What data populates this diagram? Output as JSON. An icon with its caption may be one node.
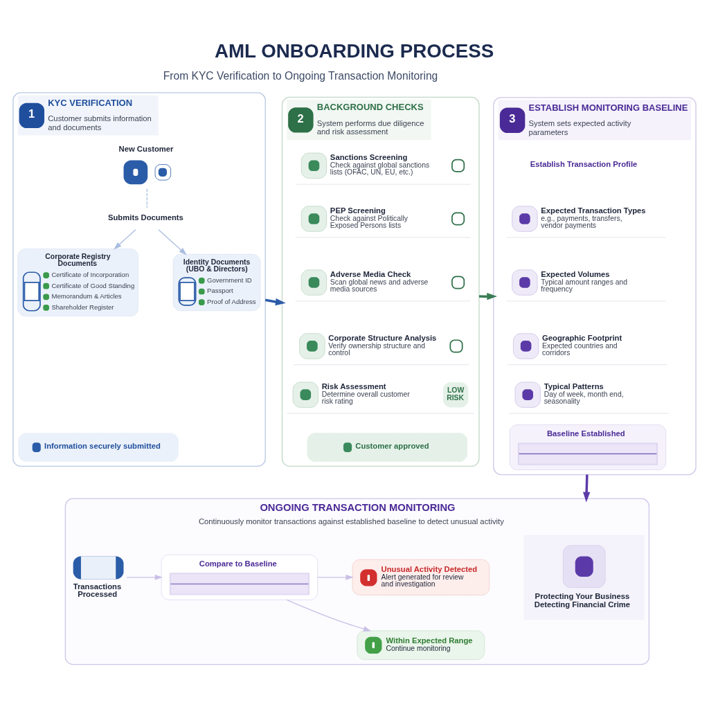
{
  "diagram": {
    "title": "AML ONBOARDING PROCESS",
    "nodes": [
      {
        "text": [
          "1",
          "KYC VERIFICATION",
          "Customer submits information and documents"
        ]
      },
      {
        "text": [
          "New Customer"
        ],
        "in": 0
      },
      {
        "text": [
          "Submits Documents"
        ],
        "in": 0
      },
      {
        "text": [
          "Corporate Registry Documents",
          "Certificate of Incorporation",
          "Certificate of Good Standing",
          "Memorandum & Articles",
          "Shareholder Register"
        ],
        "in": 0
      },
      {
        "text": [
          "Identity Documents (UBO & Directors)",
          "Government ID",
          "Passport",
          "Proof of Address"
        ],
        "in": 0
      },
      {
        "text": [
          "Information securely submitted"
        ],
        "in": 0
      },
      {
        "text": [
          "2",
          "BACKGROUND CHECKS",
          "System performs due diligence and risk assessment"
        ]
      },
      {
        "text": [
          "Sanctions Screening",
          "Check against global sanctions lists (OFAC, UN, EU, etc.)"
        ],
        "in": 6
      },
      {
        "text": [
          "PEP Screening",
          "Check against Politically Exposed Persons lists"
        ],
        "in": 6
      },
      {
        "text": [
          "Adverse Media Check",
          "Scan global news and adverse media sources"
        ],
        "in": 6
      },
      {
        "text": [
          "Corporate Structure Analysis",
          "Verify ownership structure and control"
        ],
        "in": 6
      },
      {
        "text": [
          "Risk Assessment",
          "Determine overall customer risk rating",
          "LOW RISK"
        ],
        "in": 6
      },
      {
        "text": [
          "Customer approved"
        ],
        "in": 6
      },
      {
        "text": [
          "3",
          "ESTABLISH MONITORING BASELINE",
          "System sets expected activity parameters"
        ]
      },
      {
        "text": [
          "Expected Transaction Types",
          "e.g., payments, transfers, vendor payments"
        ],
        "in": 13
      },
      {
        "text": [
          "Expected Volumes",
          "Typical amount ranges and frequency"
        ],
        "in": 13
      },
      {
        "text": [
          "Geographic Footprint",
          "Expected countries and corridors"
        ],
        "in": 13
      },
      {
        "text": [
          "Typical Patterns",
          "Day of week, month end, seasonality"
        ],
        "in": 13
      },
      {
        "text": [
          "Baseline Established"
        ],
        "in": 13
      },
      {
        "text": [
          "ONGOING TRANSACTION MONITORING",
          "Continuously monitor transactions against established baseline to detect unusual activity"
        ]
      },
      {
        "text": [
          "Transactions Processed"
        ],
        "in": 19
      },
      {
        "text": [
          "Compare to Baseline"
        ],
        "in": 19
      },
      {
        "text": [
          "Unusual Activity Detected",
          "Alert generated for review and investigation"
        ],
        "in": 19
      },
      {
        "text": [
          "Within Expected Range",
          "Continue monitoring"
        ],
        "in": 19
      },
      {
        "text": [
          "Protecting Your Business",
          "Detecting Financial Crime"
        ],
        "in": 19
      }
    ],
    "edges": [
      {
        "from": 1,
        "to": 2,
        "arrow": "none",
        "style": "dashed",
        "color": "#a9bde0"
      },
      {
        "from": 2,
        "to": 3,
        "arrow": "to",
        "color": "#a9bde0"
      },
      {
        "from": 2,
        "to": 4,
        "arrow": "to",
        "color": "#a9bde0"
      },
      {
        "from": 0,
        "to": 6,
        "arrow": "to",
        "style": "thick",
        "color": "#2b5ca8"
      },
      {
        "from": 6,
        "to": 13,
        "arrow": "to",
        "style": "thick",
        "color": "#3a7d55"
      },
      {
        "from": 13,
        "to": 19,
        "arrow": "to",
        "style": "thick",
        "color": "#5b3aa8"
      },
      {
        "from": 20,
        "to": 21,
        "arrow": "to",
        "color": "#c9c0e6"
      },
      {
        "from": 21,
        "to": 22,
        "arrow": "to",
        "color": "#c9c0e6"
      },
      {
        "from": 21,
        "to": 23,
        "arrow": "to",
        "color": "#c9c0e6"
      }
    ],
    "labels": [
      "From KYC Verification to Ongoing Transaction Monitoring",
      "Establish Transaction Profile"
    ]
  }
}
